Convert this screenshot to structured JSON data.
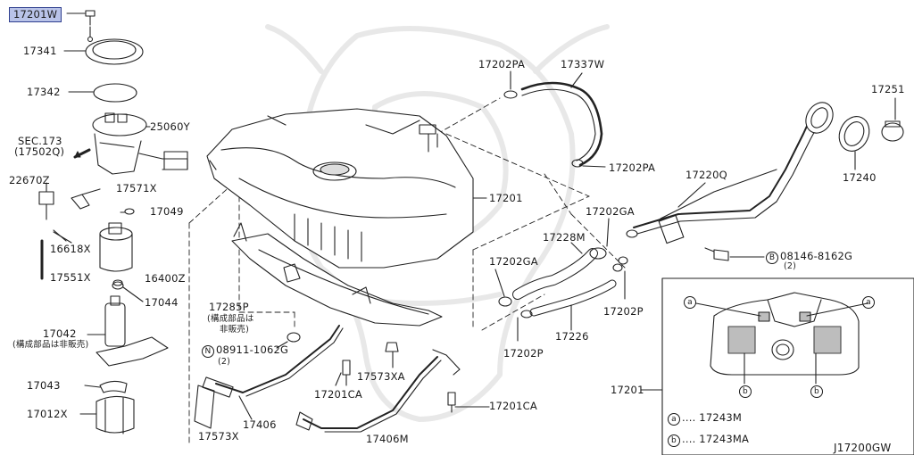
{
  "diagram_code": "J17200GW",
  "parts": {
    "p17201w": "17201W",
    "p17341": "17341",
    "p17342": "17342",
    "p25060y": "25060Y",
    "sec173": "SEC.173",
    "sec173_sub": "(17502Q)",
    "p22670z": "22670Z",
    "p17571x": "17571X",
    "p17049": "17049",
    "p16618x": "16618X",
    "p16400z": "16400Z",
    "p17551x": "17551X",
    "p17044": "17044",
    "p17042": "17042",
    "p17042_note": "(構成部品は非販売)",
    "p17043": "17043",
    "p17012x": "17012X",
    "p17285p": "17285P",
    "p17285p_note1": "(構成部品は",
    "p17285p_note2": "非販売)",
    "p08911": "08911-1062G",
    "p08911_qty": "(2)",
    "p17573xa": "17573XA",
    "p17201ca_a": "17201CA",
    "p17201ca_b": "17201CA",
    "p17406": "17406",
    "p17406m": "17406M",
    "p17573x": "17573X",
    "p17201": "17201",
    "p17202pa_a": "17202PA",
    "p17337w": "17337W",
    "p17202pa_b": "17202PA",
    "p17251": "17251",
    "p17240": "17240",
    "p17220q": "17220Q",
    "p17202ga_a": "17202GA",
    "p17228m": "17228M",
    "p17202ga_b": "17202GA",
    "p08146": "08146-8162G",
    "p08146_qty": "(2)",
    "p17202p_a": "17202P",
    "p17226": "17226",
    "p17202p_b": "17202P",
    "p17201_inset": "17201"
  },
  "inset": {
    "marker_a": "a",
    "marker_b": "b",
    "legend_a_part": "17243M",
    "legend_b_part": "17243MA",
    "legend_dots": "...."
  },
  "prefix_n": "N",
  "prefix_b": "B"
}
